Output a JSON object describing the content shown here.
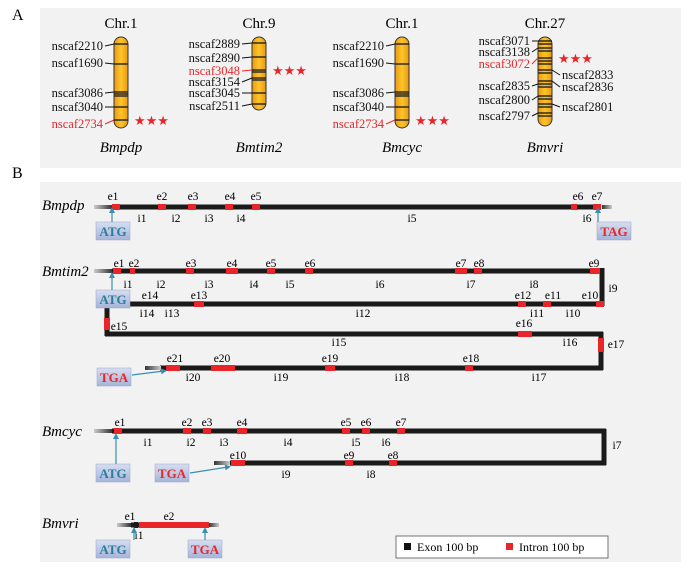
{
  "panel_a": {
    "label": "A",
    "chromosomes": [
      {
        "name": "Chr.1",
        "gene": "Bmpdp",
        "markers": [
          "nscaf2210",
          "nscaf1690",
          "nscaf3086",
          "nscaf3040",
          "nscaf2734"
        ],
        "highlight": "nscaf2734"
      },
      {
        "name": "Chr.9",
        "gene": "Bmtim2",
        "markers": [
          "nscaf2889",
          "nscaf2890",
          "nscaf3048",
          "nscaf3154",
          "nscaf3045",
          "nscaf2511"
        ],
        "highlight": "nscaf3048"
      },
      {
        "name": "Chr.1",
        "gene": "Bmcyc",
        "markers": [
          "nscaf2210",
          "nscaf1690",
          "nscaf3086",
          "nscaf3040",
          "nscaf2734"
        ],
        "highlight": "nscaf2734"
      },
      {
        "name": "Chr.27",
        "gene": "Bmvri",
        "markers": [
          "nscaf3071",
          "nscaf3138",
          "nscaf3072",
          "nscaf2835",
          "nscaf2800",
          "nscaf2797",
          "nscaf2833",
          "nscaf2836",
          "nscaf2801"
        ],
        "highlight": "nscaf3072"
      }
    ],
    "stars": "★★★"
  },
  "panel_b": {
    "label": "B",
    "genes": {
      "bmpdp": {
        "name": "Bmpdp",
        "exons": [
          "e1",
          "e2",
          "e3",
          "e4",
          "e5",
          "e6",
          "e7"
        ],
        "introns": [
          "i1",
          "i2",
          "i3",
          "i4",
          "i5",
          "i6"
        ],
        "start": "ATG",
        "stop": "TAG"
      },
      "bmtim2": {
        "name": "Bmtim2",
        "exons": [
          "e1",
          "e2",
          "e3",
          "e4",
          "e5",
          "e6",
          "e7",
          "e8",
          "e9",
          "e10",
          "e11",
          "e12",
          "e13",
          "e14",
          "e15",
          "e16",
          "e17",
          "e18",
          "e19",
          "e20",
          "e21"
        ],
        "introns": [
          "i1",
          "i2",
          "i3",
          "i4",
          "i5",
          "i6",
          "i7",
          "i8",
          "i9",
          "i10",
          "i11",
          "i12",
          "i13",
          "i14",
          "i15",
          "i16",
          "i17",
          "i18",
          "i19",
          "i20"
        ],
        "start": "ATG",
        "stop": "TGA"
      },
      "bmcyc": {
        "name": "Bmcyc",
        "exons": [
          "e1",
          "e2",
          "e3",
          "e4",
          "e5",
          "e6",
          "e7",
          "e8",
          "e9",
          "e10"
        ],
        "introns": [
          "i1",
          "i2",
          "i3",
          "i4",
          "i5",
          "i6",
          "i7",
          "i8",
          "i9"
        ],
        "start": "ATG",
        "stop": "TGA"
      },
      "bmvri": {
        "name": "Bmvri",
        "exons": [
          "e1",
          "e2"
        ],
        "introns": [
          "i1"
        ],
        "start": "ATG",
        "stop": "TGA"
      }
    },
    "legend": {
      "exon": "Exon 100 bp",
      "intron": "Intron 100 bp"
    }
  },
  "colors": {
    "chromosome": "#f3b21a",
    "highlight": "#e8262a",
    "exon": "#e8262a",
    "intron": "#1a1a1a",
    "codon_box": "#b9c4e4",
    "start_text": "#2a7d9c",
    "stop_text": "#e8262a",
    "arrow": "#3a8fb0",
    "panel_bg": "#f2f2f2"
  }
}
